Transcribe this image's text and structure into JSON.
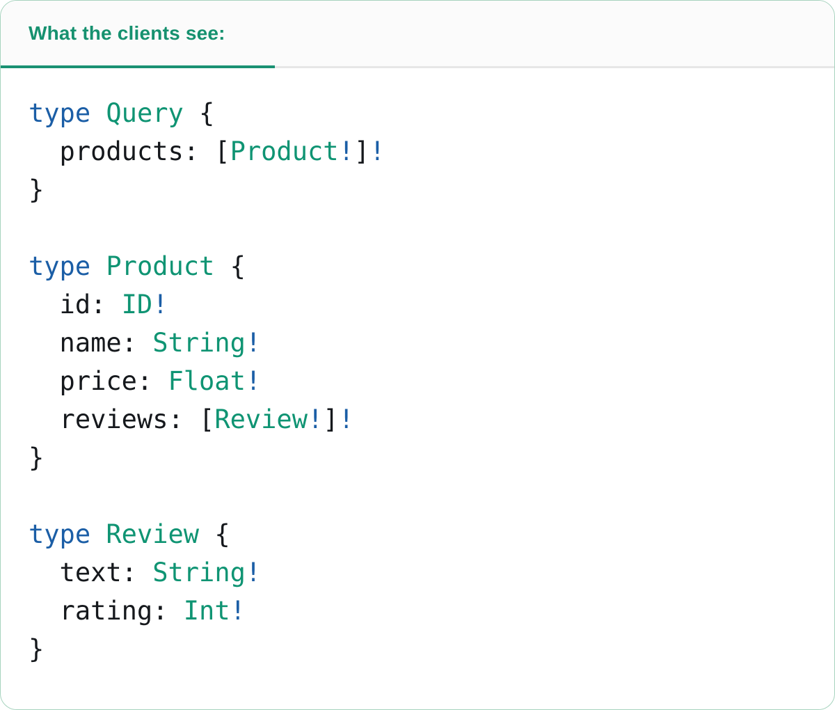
{
  "panel": {
    "tab_label": "What the clients see:",
    "colors": {
      "tab_green": "#16916f",
      "underline_green": "#1a9173",
      "divider_gray": "#e6e6e6",
      "header_bg": "#fbfbfb",
      "border_green": "#a6d3be",
      "panel_bg": "#ffffff",
      "keyword_blue": "#1b5ea6",
      "type_green": "#0f9473",
      "bang_blue": "#1b5ea6",
      "plain_dark": "#15181c"
    }
  },
  "code": {
    "language": "graphql",
    "text": "type Query {\n  products: [Product!]!\n}\n\ntype Product {\n  id: ID!\n  name: String!\n  price: Float!\n  reviews: [Review!]!\n}\n\ntype Review {\n  text: String!\n  rating: Int!\n}",
    "lines": [
      [
        {
          "t": "type",
          "c": "kw"
        },
        {
          "t": " ",
          "c": "p"
        },
        {
          "t": "Query",
          "c": "ty"
        },
        {
          "t": " {",
          "c": "p"
        }
      ],
      [
        {
          "t": "  products: [",
          "c": "p"
        },
        {
          "t": "Product",
          "c": "ty"
        },
        {
          "t": "!",
          "c": "b"
        },
        {
          "t": "]",
          "c": "p"
        },
        {
          "t": "!",
          "c": "b"
        }
      ],
      [
        {
          "t": "}",
          "c": "p"
        }
      ],
      [],
      [
        {
          "t": "type",
          "c": "kw"
        },
        {
          "t": " ",
          "c": "p"
        },
        {
          "t": "Product",
          "c": "ty"
        },
        {
          "t": " {",
          "c": "p"
        }
      ],
      [
        {
          "t": "  id: ",
          "c": "p"
        },
        {
          "t": "ID",
          "c": "ty"
        },
        {
          "t": "!",
          "c": "b"
        }
      ],
      [
        {
          "t": "  name: ",
          "c": "p"
        },
        {
          "t": "String",
          "c": "ty"
        },
        {
          "t": "!",
          "c": "b"
        }
      ],
      [
        {
          "t": "  price: ",
          "c": "p"
        },
        {
          "t": "Float",
          "c": "ty"
        },
        {
          "t": "!",
          "c": "b"
        }
      ],
      [
        {
          "t": "  reviews: [",
          "c": "p"
        },
        {
          "t": "Review",
          "c": "ty"
        },
        {
          "t": "!",
          "c": "b"
        },
        {
          "t": "]",
          "c": "p"
        },
        {
          "t": "!",
          "c": "b"
        }
      ],
      [
        {
          "t": "}",
          "c": "p"
        }
      ],
      [],
      [
        {
          "t": "type",
          "c": "kw"
        },
        {
          "t": " ",
          "c": "p"
        },
        {
          "t": "Review",
          "c": "ty"
        },
        {
          "t": " {",
          "c": "p"
        }
      ],
      [
        {
          "t": "  text: ",
          "c": "p"
        },
        {
          "t": "String",
          "c": "ty"
        },
        {
          "t": "!",
          "c": "b"
        }
      ],
      [
        {
          "t": "  rating: ",
          "c": "p"
        },
        {
          "t": "Int",
          "c": "ty"
        },
        {
          "t": "!",
          "c": "b"
        }
      ],
      [
        {
          "t": "}",
          "c": "p"
        }
      ]
    ]
  }
}
